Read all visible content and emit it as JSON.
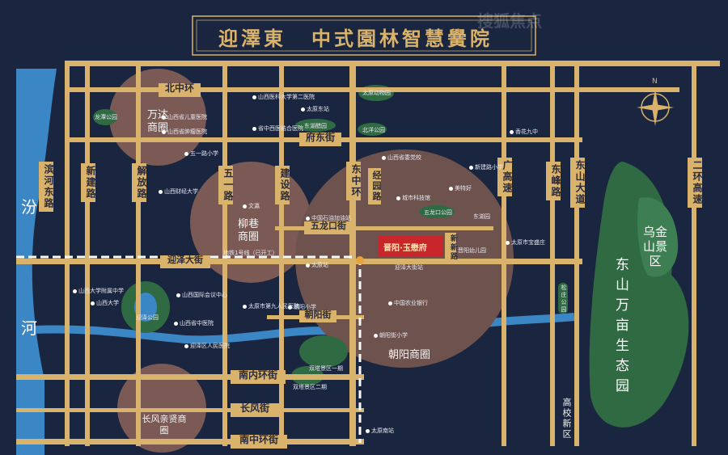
{
  "title": {
    "brand": "迎澤東",
    "slogan": "中式園林智慧黌院"
  },
  "watermark": "搜狐焦点",
  "colors": {
    "background": "#1a2640",
    "road": "#d9b26b",
    "river": "#3b86c4",
    "park": "#2f6a42",
    "district": "#7b5a55",
    "highlight": "#c8262a"
  },
  "roads": {
    "horizontal": [
      "北中环",
      "府东街",
      "五龙口街",
      "迎泽大街",
      "朝阳街",
      "南内环街",
      "长风街",
      "南中环街"
    ],
    "vertical": [
      "滨河东路",
      "新建路",
      "解放路",
      "五一路",
      "建设路",
      "东中环",
      "经园路",
      "新新路",
      "广高速",
      "东峰路",
      "东山大道",
      "二环高速"
    ]
  },
  "river": {
    "name_left": "汾",
    "name_left2": "河"
  },
  "districts": [
    "万达商圈",
    "柳巷商圈",
    "朝阳商圈",
    "长风亲贤商圈",
    "高校新区"
  ],
  "scenic": [
    "乌金山景区",
    "东山万亩生态园"
  ],
  "parks": [
    "龙潭公园",
    "迎泽公园",
    "太原动物园",
    "北洋公园",
    "五龙口公园",
    "东湖醋园",
    "双塔景区一期",
    "双塔景区二期",
    "松庄公园"
  ],
  "pois": [
    "太原东站",
    "太原站",
    "太原南站",
    "山西省儿童医院",
    "山西医科大学第二医院",
    "省中西医结合医院",
    "山西省肿瘤医院",
    "山西大学附属中学",
    "山西大学",
    "五一路小学",
    "文瀛",
    "山西财经大学",
    "中国石油加油站",
    "城市科技馆",
    "东湖园",
    "山西国际会议中心",
    "山西省中医院",
    "太原市第九人民医院",
    "迎泽区人民医院",
    "中国农业银行",
    "山西省委党校",
    "朝阳小学",
    "朝阳街小学",
    "新建路小学",
    "美特好",
    "太原市宝盛庄",
    "香花九中"
  ],
  "project": {
    "label": "晋阳·玉懋府",
    "sub": "地铁1号线（已开工）",
    "station": "迎泽大街站",
    "kindergarten": "晋阳幼儿园"
  },
  "compass": "N"
}
